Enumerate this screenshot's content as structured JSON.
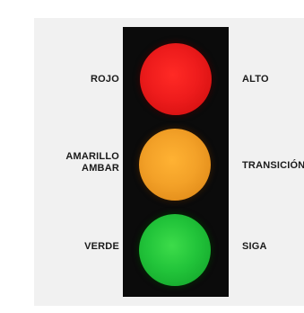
{
  "left_labels": {
    "red": "ROJO",
    "amber_line1": "AMARILLO",
    "amber_line2": "AMBAR",
    "green": "VERDE"
  },
  "right_labels": {
    "red": "ALTO",
    "amber": "TRANSICIÓN",
    "green": "SIGA"
  },
  "colors": {
    "housing": "#0b0b0b",
    "red_light": "#ee1c1c",
    "amber_light": "#f3a128",
    "green_light": "#22c43a",
    "panel": "#f1f1f1"
  }
}
